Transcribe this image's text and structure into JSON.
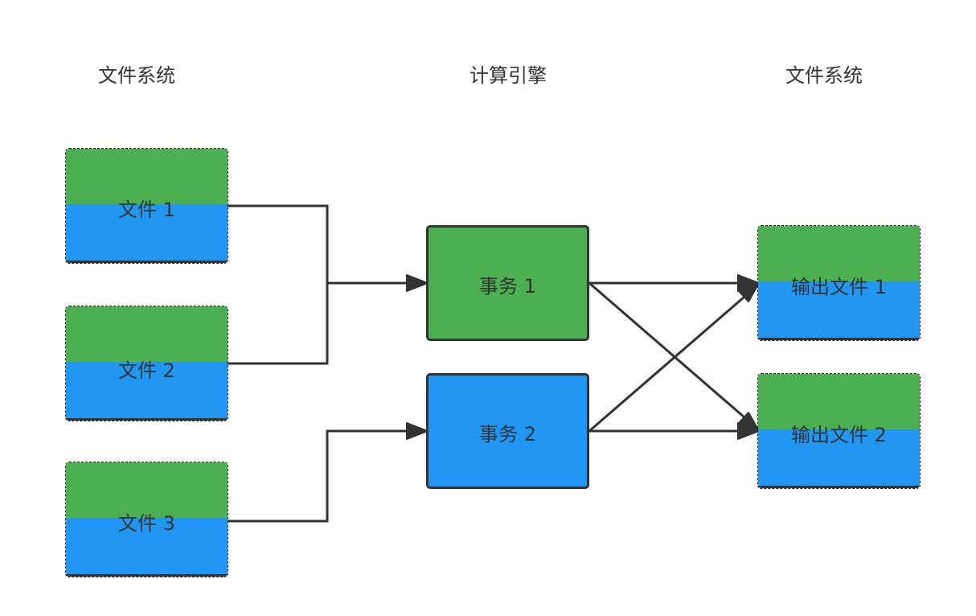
{
  "columns": {
    "left_header": "文件系统",
    "middle_header": "计算引擎",
    "right_header": "文件系统"
  },
  "inputs": [
    {
      "label": "文件 1"
    },
    {
      "label": "文件 2"
    },
    {
      "label": "文件 3"
    }
  ],
  "transactions": [
    {
      "label": "事务 1",
      "color": "#4caf50"
    },
    {
      "label": "事务 2",
      "color": "#2196f3"
    }
  ],
  "outputs": [
    {
      "label": "输出文件 1"
    },
    {
      "label": "输出文件 2"
    }
  ],
  "colors": {
    "green": "#4caf50",
    "blue": "#2196f3",
    "stroke": "#333333"
  }
}
